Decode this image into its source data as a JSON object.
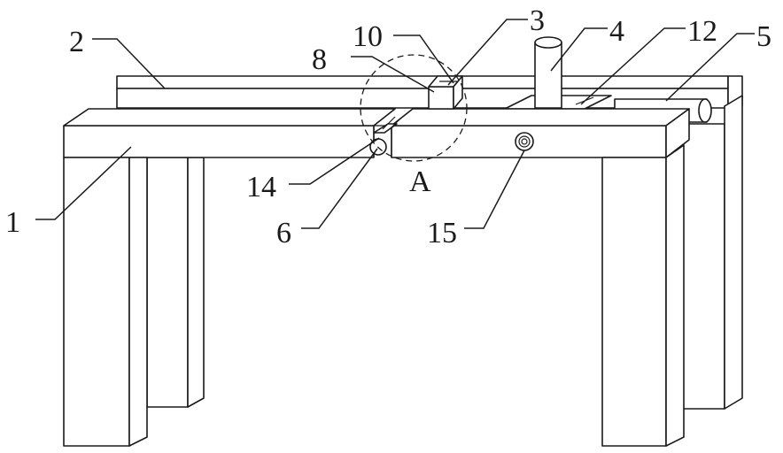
{
  "labels": {
    "l1": "1",
    "l2": "2",
    "l3": "3",
    "l4": "4",
    "l5": "5",
    "l6": "6",
    "l8": "8",
    "l10": "10",
    "l12": "12",
    "l14": "14",
    "l15": "15",
    "detail": "A"
  },
  "colors": {
    "line": "#1a1a1a",
    "fill": "#ffffff"
  }
}
